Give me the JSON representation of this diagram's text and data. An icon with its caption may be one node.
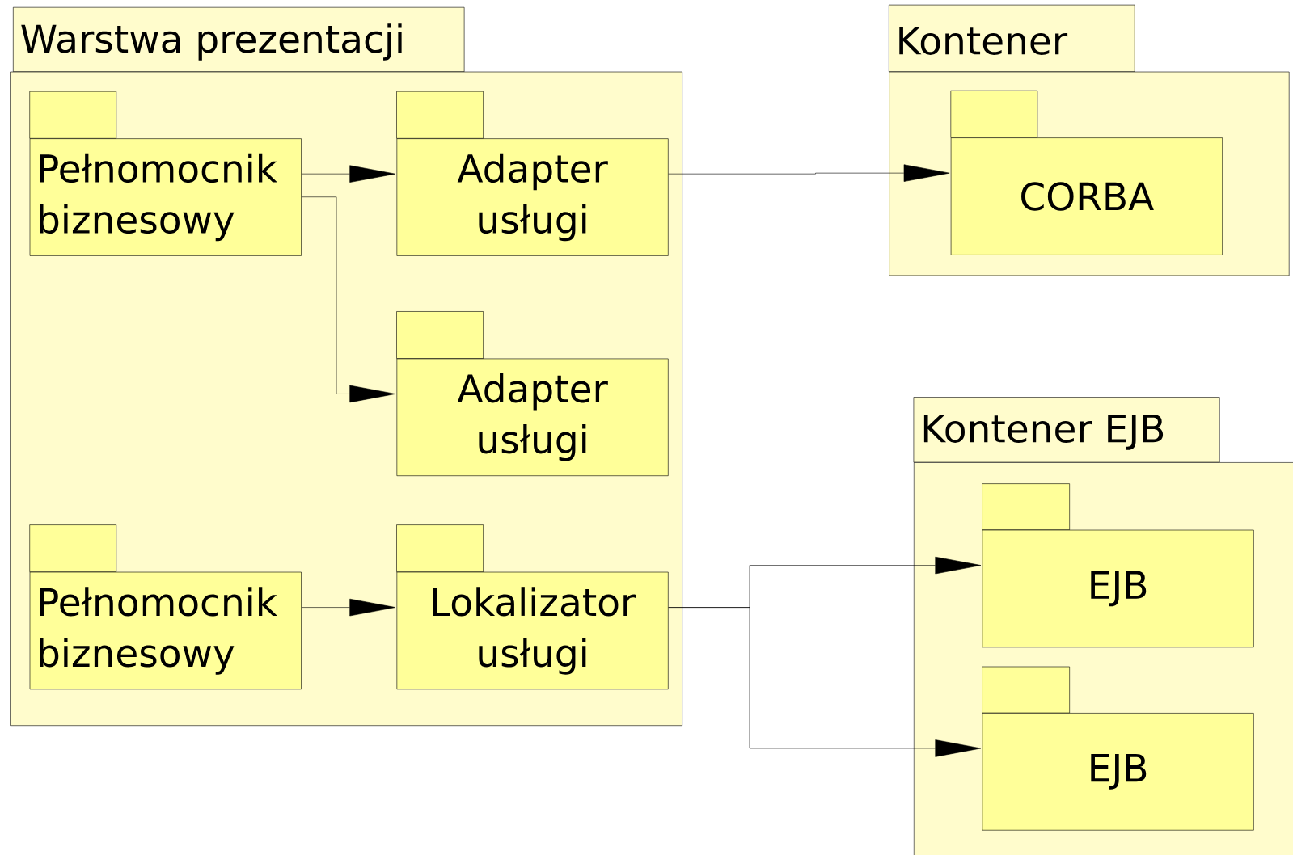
{
  "diagram": {
    "nodes": [
      {
        "text": [
          "Warstwa prezentacji"
        ]
      },
      {
        "text": [
          "Pełnomocnik biznesowy"
        ],
        "in": 0
      },
      {
        "text": [
          "Adapter usługi"
        ],
        "in": 0
      },
      {
        "text": [
          "Adapter usługi"
        ],
        "in": 0
      },
      {
        "text": [
          "Pełnomocnik biznesowy"
        ],
        "in": 0
      },
      {
        "text": [
          "Lokalizator usługi"
        ],
        "in": 0
      },
      {
        "text": [
          "Kontener"
        ]
      },
      {
        "text": [
          "CORBA"
        ],
        "in": 6
      },
      {
        "text": [
          "Kontener EJB"
        ]
      },
      {
        "text": [
          "EJB"
        ],
        "in": 8
      },
      {
        "text": [
          "EJB"
        ],
        "in": 8
      }
    ],
    "edges": [
      {
        "from": 1,
        "to": 2,
        "arrow": "to"
      },
      {
        "from": 1,
        "to": 3,
        "arrow": "to"
      },
      {
        "from": 2,
        "to": 7,
        "arrow": "to"
      },
      {
        "from": 4,
        "to": 5,
        "arrow": "to"
      },
      {
        "from": 5,
        "to": 9,
        "arrow": "to"
      },
      {
        "from": 5,
        "to": 10,
        "arrow": "to"
      }
    ]
  }
}
